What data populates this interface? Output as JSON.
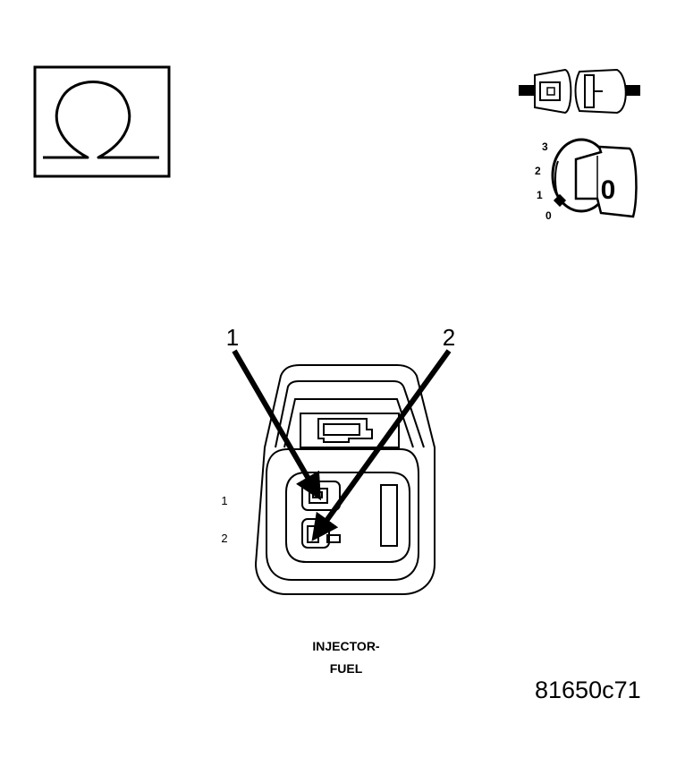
{
  "ohmmeter_symbol": "Ω",
  "disconnect_icon": "connector-disconnect-icon",
  "ignition": {
    "positions": [
      "3",
      "2",
      "1",
      "0"
    ],
    "key_label": "0"
  },
  "callouts": [
    "1",
    "2"
  ],
  "pin_labels": [
    "1",
    "2"
  ],
  "caption": {
    "line1": "INJECTOR-",
    "line2": "FUEL"
  },
  "figure_id": "81650c71",
  "colors": {
    "ink": "#000000",
    "background": "#ffffff"
  }
}
